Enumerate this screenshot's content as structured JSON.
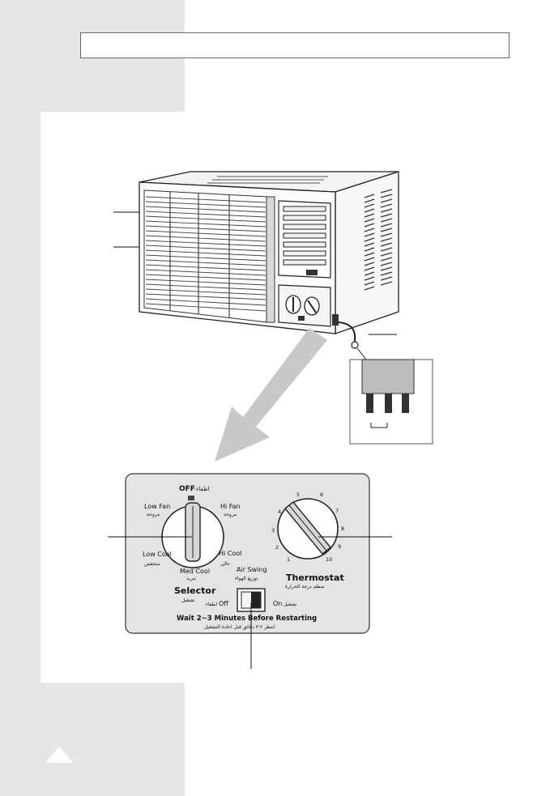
{
  "panel": {
    "off": "OFF",
    "off_ar": "ﺍﻃﻔﺎﺀ",
    "low_fan": "Low Fan",
    "low_fan_ar": "ﻣﺮﻭﺣﺔ",
    "hi_fan": "Hi Fan",
    "hi_fan_ar": "ﻣﺮﻭﺣﺔ",
    "low_cool": "Low Cool",
    "low_cool_ar": "ﻣﻨﺨﻔﺾ",
    "med_cool": "Med Cool",
    "med_cool_ar": "ﺗﺒﺮﻳﺪ",
    "hi_cool": "Hi Cool",
    "hi_cool_ar": "ﻋﺎﻟﻲ",
    "selector": "Selector",
    "selector_ar": "ﺗﺸﻐﻴﻞ",
    "air_swing": "Air Swing",
    "air_swing_ar": "ﺗﻮﺯﻳﻊ ﺍﻟﻬﻮﺍﺀ",
    "thermostat": "Thermostat",
    "thermostat_ar": "ﻣﻨﻈﻢ ﺩﺭﺟﺔ ﺍﻟﺤﺮﺍﺭﺓ",
    "off_switch": "Off",
    "off_switch_ar": "ﺍﻃﻔﺎﺀ",
    "on_switch": "On",
    "on_switch_ar": "ﺗﺸﻐﻴﻞ",
    "wait": "Wait 2~3 Minutes Before Restarting",
    "wait_ar": "ﺍﻧﺘﻈﺮ ٢-٣ ﺩﻗﺎﺋﻖ ﻗﺒﻞ ﺍﻋﺎﺩﺓ ﺍﻟﺘﺸﻐﻴﻞ",
    "thermo_numbers": [
      "1",
      "2",
      "3",
      "4",
      "5",
      "6",
      "7",
      "8",
      "9",
      "10"
    ]
  }
}
